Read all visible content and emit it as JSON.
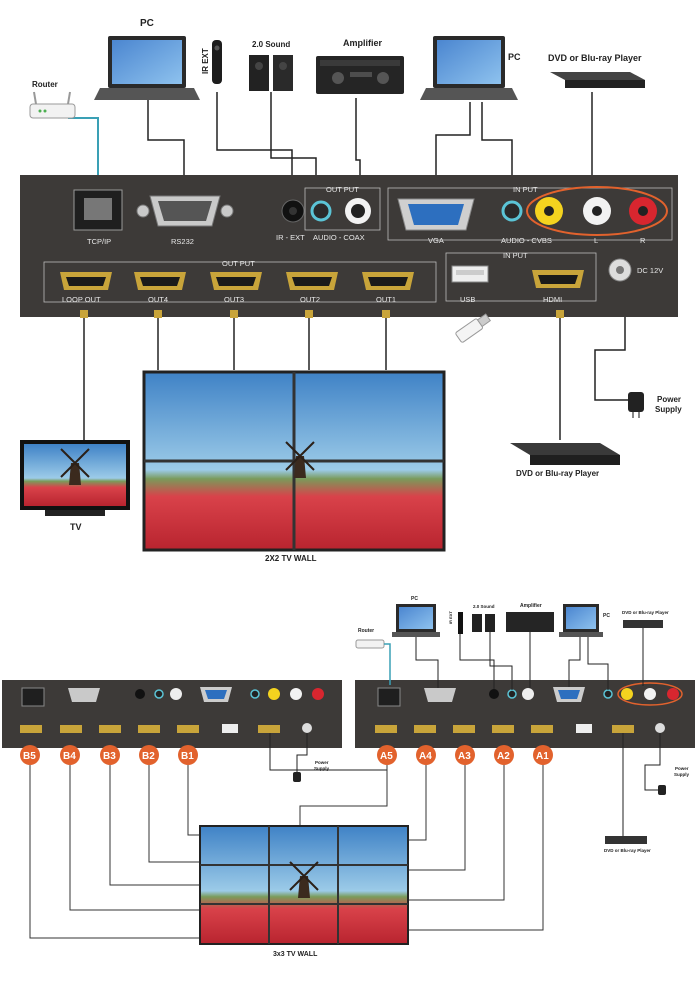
{
  "top": {
    "devices": {
      "router": "Router",
      "pc_left": "PC",
      "ir_ext": "IR EXT",
      "sound": "2.0 Sound",
      "amplifier": "Amplifier",
      "pc_right": "PC",
      "dvd_top": "DVD or Blu-ray Player",
      "tv": "TV",
      "power": "Power\nSupply",
      "dvd_bottom": "DVD or Blu-ray Player"
    },
    "panel": {
      "tcpip": "TCP/IP",
      "rs232": "RS232",
      "irext": "IR - EXT",
      "audio_out": "AUDIO - COAX",
      "output_group": "OUT PUT",
      "input_group": "IN PUT",
      "vga": "VGA",
      "audio_in": "AUDIO - CVBS",
      "l": "L",
      "r": "R",
      "hdmi_out_group": "OUT PUT",
      "loop_out": "LOOP OUT",
      "out4": "OUT4",
      "out3": "OUT3",
      "out2": "OUT2",
      "out1": "OUT1",
      "usb_hdmi_group": "IN PUT",
      "usb": "USB",
      "hdmi": "HDMI",
      "dc": "DC 12V"
    },
    "wall_label": "2X2 TV  WALL"
  },
  "bottom": {
    "devices": {
      "router": "Router",
      "pc_left": "PC",
      "ir_ext": "IR EXT",
      "sound": "2.0 Sound",
      "amplifier": "Amplifier",
      "pc_right": "PC",
      "dvd_top": "DVD or Blu-ray Player",
      "power_left": "Power\nSupply",
      "power_right": "Power\nSupply",
      "dvd_bottom": "DVD or Blu-ray Player"
    },
    "badges_b": [
      "B5",
      "B4",
      "B3",
      "B2",
      "B1"
    ],
    "badges_a": [
      "A5",
      "A4",
      "A3",
      "A2",
      "A1"
    ],
    "wall_label": "3x3 TV  WALL"
  },
  "colors": {
    "panel": "#3d3a38",
    "hdmi": "#c8a43a",
    "badge": "#e2622d",
    "highlight": "#e2622d",
    "cable": "#222222",
    "lan": "#3aa0b5"
  }
}
